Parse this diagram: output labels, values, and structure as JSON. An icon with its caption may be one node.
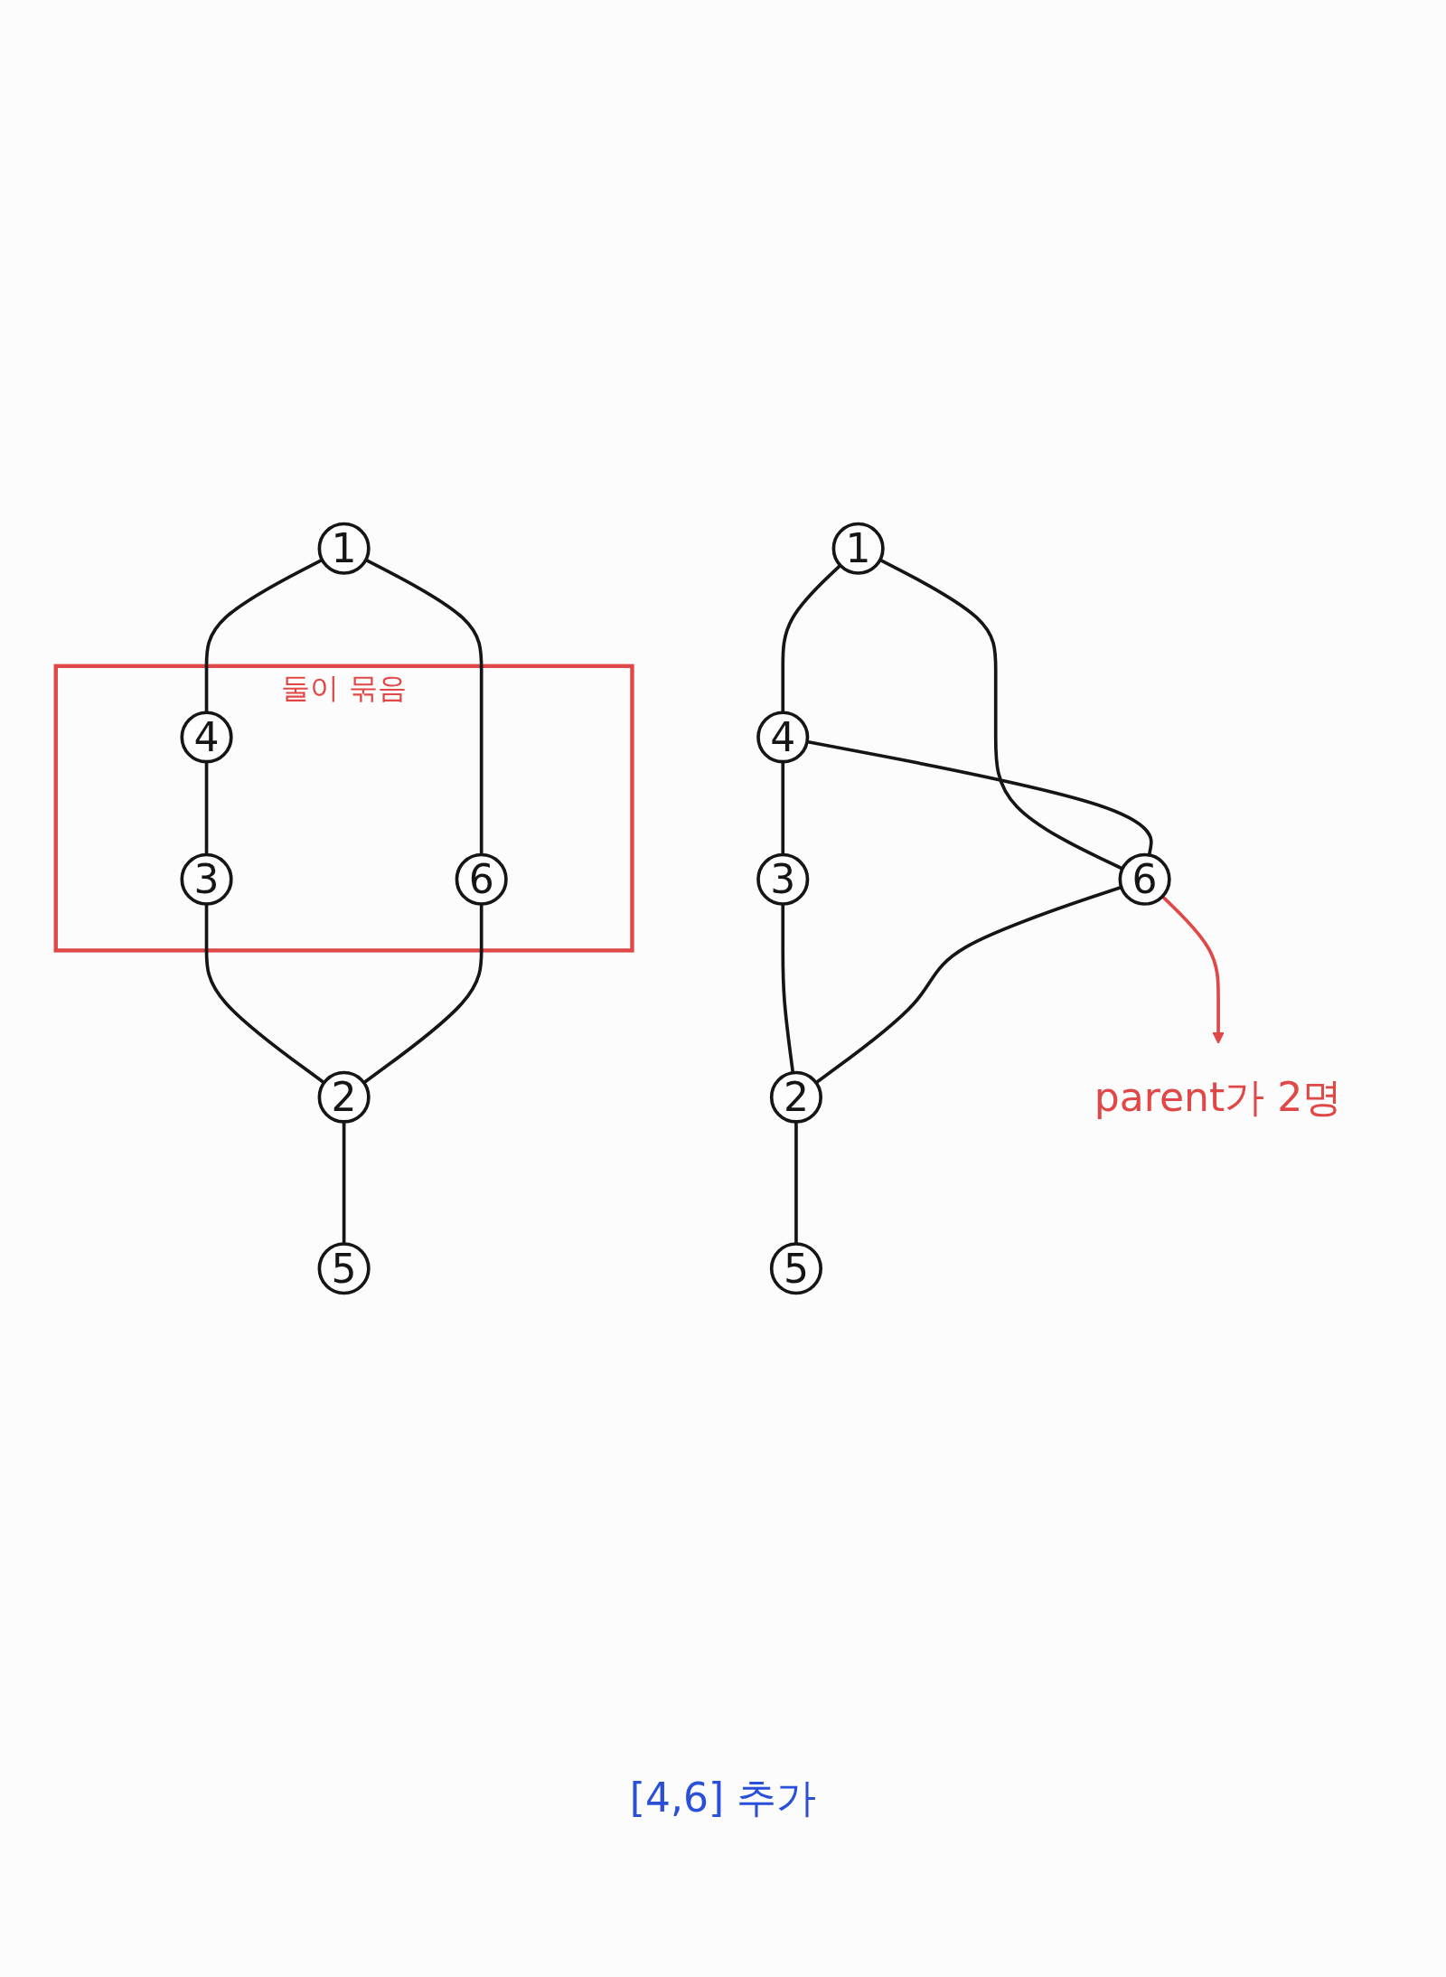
{
  "diagram": {
    "nodes": [
      {
        "text": [
          "1"
        ]
      },
      {
        "text": [
          "둘이 묶음"
        ]
      },
      {
        "text": [
          "4"
        ],
        "in": 1
      },
      {
        "text": [
          "6"
        ],
        "in": 1
      },
      {
        "text": [
          "3"
        ],
        "in": 1
      },
      {
        "text": [
          "2"
        ]
      },
      {
        "text": [
          "5"
        ]
      },
      {
        "text": [
          "1"
        ]
      },
      {
        "text": [
          "4"
        ]
      },
      {
        "text": [
          "6"
        ]
      },
      {
        "text": [
          "3"
        ]
      },
      {
        "text": [
          "2"
        ]
      },
      {
        "text": [
          "5"
        ]
      },
      {
        "text": [
          "parent가 2명"
        ]
      }
    ],
    "edges": [
      {
        "from": 0,
        "to": 2,
        "arrow": "none"
      },
      {
        "from": 0,
        "to": 3,
        "arrow": "none"
      },
      {
        "from": 2,
        "to": 4,
        "arrow": "none"
      },
      {
        "from": 4,
        "to": 5,
        "arrow": "none"
      },
      {
        "from": 3,
        "to": 5,
        "arrow": "none"
      },
      {
        "from": 5,
        "to": 6,
        "arrow": "none"
      },
      {
        "from": 7,
        "to": 8,
        "arrow": "none"
      },
      {
        "from": 7,
        "to": 9,
        "arrow": "none"
      },
      {
        "from": 8,
        "to": 9,
        "arrow": "none"
      },
      {
        "from": 8,
        "to": 10,
        "arrow": "none"
      },
      {
        "from": 10,
        "to": 11,
        "arrow": "none"
      },
      {
        "from": 9,
        "to": 11,
        "arrow": "none"
      },
      {
        "from": 11,
        "to": 12,
        "arrow": "none"
      },
      {
        "from": 9,
        "to": 13,
        "arrow": "to",
        "color": "#e04848"
      }
    ],
    "labels": [
      "[4,6] 추가"
    ]
  }
}
